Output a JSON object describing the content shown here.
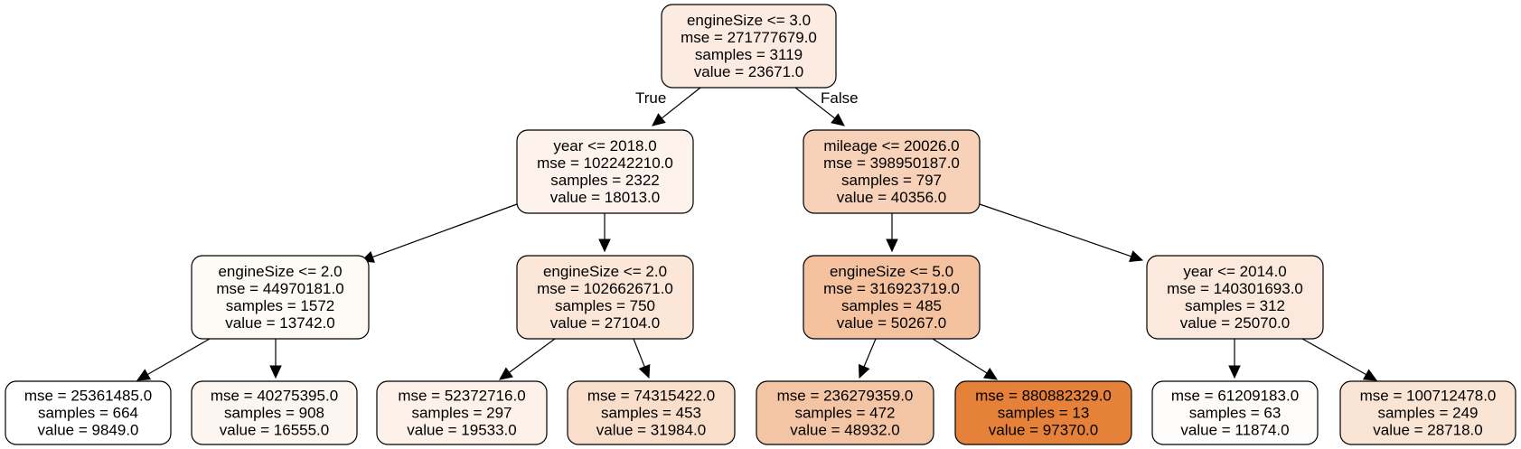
{
  "tree": {
    "nodes": [
      {
        "id": "root",
        "lines": [
          "engineSize <= 3.0",
          "mse = 271777679.0",
          "samples = 3119",
          "value = 23671.0"
        ],
        "color": "#fcebe0"
      },
      {
        "id": "n-l",
        "lines": [
          "year <= 2018.0",
          "mse = 102242210.0",
          "samples = 2322",
          "value = 18013.0"
        ],
        "color": "#fdf3ec"
      },
      {
        "id": "n-r",
        "lines": [
          "mileage <= 20026.0",
          "mse = 398950187.0",
          "samples = 797",
          "value = 40356.0"
        ],
        "color": "#f7d2b8"
      },
      {
        "id": "n-ll",
        "lines": [
          "engineSize <= 2.0",
          "mse = 44970181.0",
          "samples = 1572",
          "value = 13742.0"
        ],
        "color": "#fefaf6"
      },
      {
        "id": "n-lr",
        "lines": [
          "engineSize <= 2.0",
          "mse = 102662671.0",
          "samples = 750",
          "value = 27104.0"
        ],
        "color": "#fbe6d8"
      },
      {
        "id": "n-rl",
        "lines": [
          "engineSize <= 5.0",
          "mse = 316923719.0",
          "samples = 485",
          "value = 50267.0"
        ],
        "color": "#f4c29f"
      },
      {
        "id": "n-rr",
        "lines": [
          "year <= 2014.0",
          "mse = 140301693.0",
          "samples = 312",
          "value = 25070.0"
        ],
        "color": "#fbe9dd"
      },
      {
        "id": "leaf-1",
        "lines": [
          "mse = 25361485.0",
          "samples = 664",
          "value = 9849.0"
        ],
        "color": "#ffffff"
      },
      {
        "id": "leaf-2",
        "lines": [
          "mse = 40275395.0",
          "samples = 908",
          "value = 16555.0"
        ],
        "color": "#fdf5ef"
      },
      {
        "id": "leaf-3",
        "lines": [
          "mse = 52372716.0",
          "samples = 297",
          "value = 19533.0"
        ],
        "color": "#fdf1e9"
      },
      {
        "id": "leaf-4",
        "lines": [
          "mse = 74315422.0",
          "samples = 453",
          "value = 31984.0"
        ],
        "color": "#f9decb"
      },
      {
        "id": "leaf-5",
        "lines": [
          "mse = 236279359.0",
          "samples = 472",
          "value = 48932.0"
        ],
        "color": "#f4c5a4"
      },
      {
        "id": "leaf-6",
        "lines": [
          "mse = 880882329.0",
          "samples = 13",
          "value = 97370.0"
        ],
        "color": "#e58139"
      },
      {
        "id": "leaf-7",
        "lines": [
          "mse = 61209183.0",
          "samples = 63",
          "value = 11874.0"
        ],
        "color": "#fefcfa"
      },
      {
        "id": "leaf-8",
        "lines": [
          "mse = 100712478.0",
          "samples = 249",
          "value = 28718.0"
        ],
        "color": "#fae4d4"
      }
    ],
    "edges": [
      {
        "from": "root",
        "to": "n-l",
        "label": "True"
      },
      {
        "from": "root",
        "to": "n-r",
        "label": "False"
      },
      {
        "from": "n-l",
        "to": "n-ll",
        "label": ""
      },
      {
        "from": "n-l",
        "to": "n-lr",
        "label": ""
      },
      {
        "from": "n-r",
        "to": "n-rl",
        "label": ""
      },
      {
        "from": "n-r",
        "to": "n-rr",
        "label": ""
      },
      {
        "from": "n-ll",
        "to": "leaf-1",
        "label": ""
      },
      {
        "from": "n-ll",
        "to": "leaf-2",
        "label": ""
      },
      {
        "from": "n-lr",
        "to": "leaf-3",
        "label": ""
      },
      {
        "from": "n-lr",
        "to": "leaf-4",
        "label": ""
      },
      {
        "from": "n-rl",
        "to": "leaf-5",
        "label": ""
      },
      {
        "from": "n-rl",
        "to": "leaf-6",
        "label": ""
      },
      {
        "from": "n-rr",
        "to": "leaf-7",
        "label": ""
      },
      {
        "from": "n-rr",
        "to": "leaf-8",
        "label": ""
      }
    ]
  }
}
